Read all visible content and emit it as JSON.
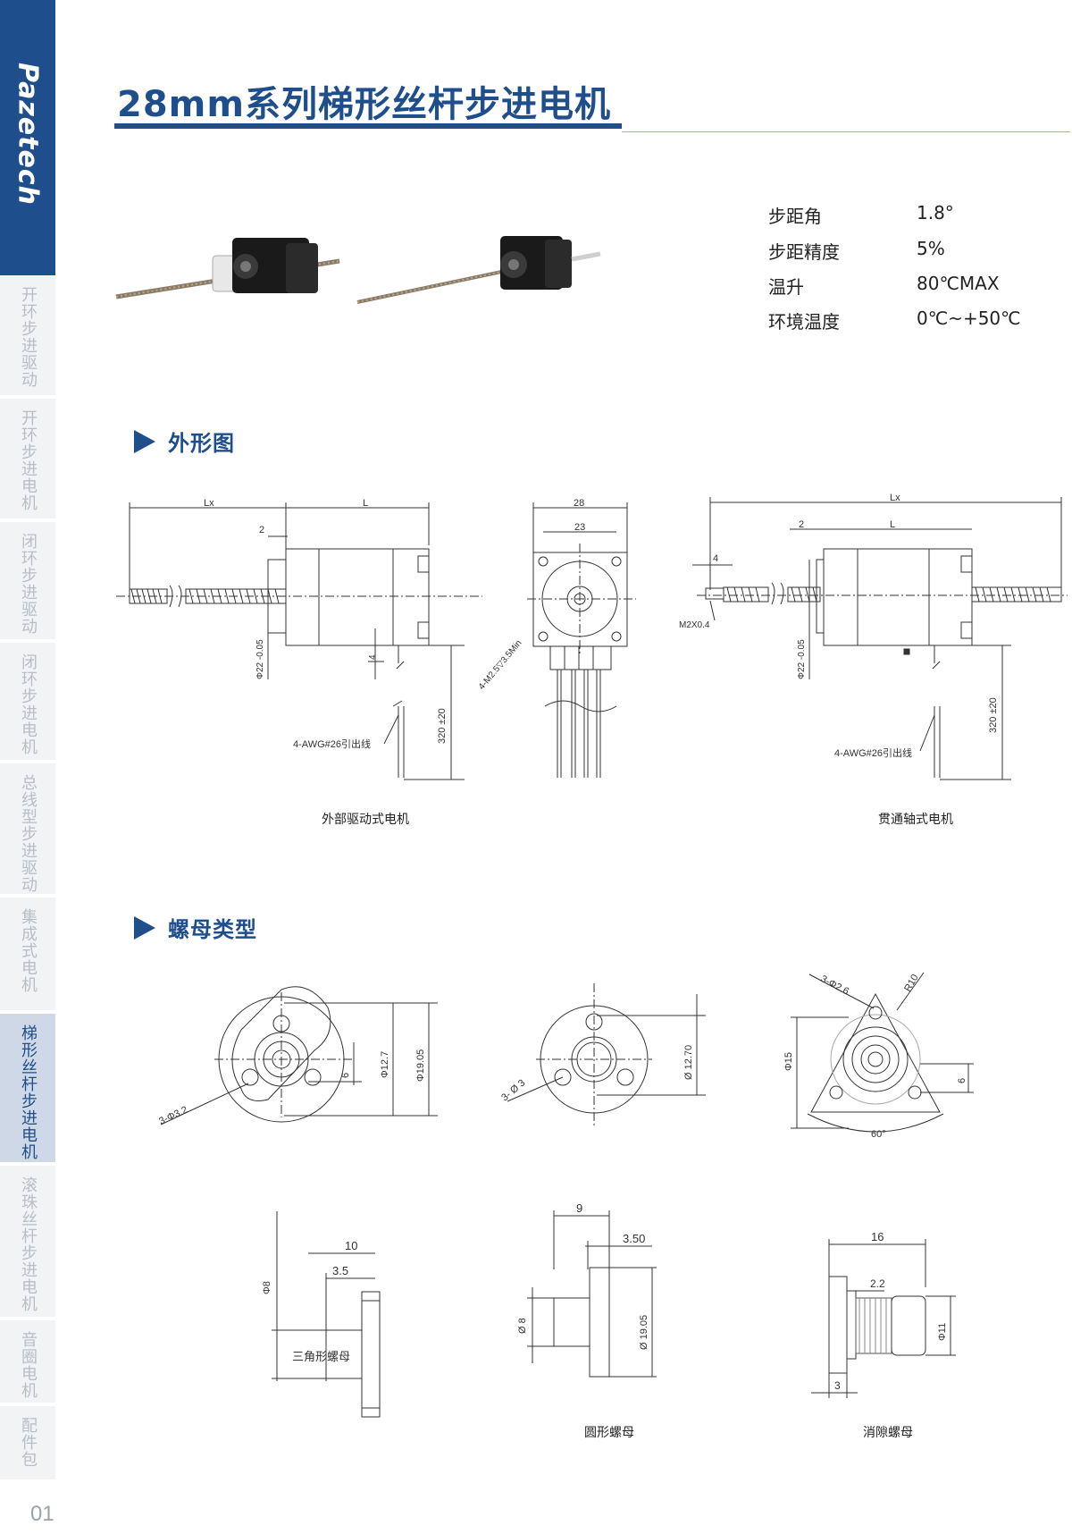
{
  "brand": "Pazetech",
  "sidebar": {
    "items": [
      {
        "label": "开环步进驱动",
        "active": false
      },
      {
        "label": "开环步进电机",
        "active": false
      },
      {
        "label": "闭环步进驱动",
        "active": false
      },
      {
        "label": "闭环步进电机",
        "active": false
      },
      {
        "label": "总线型步进驱动",
        "active": false
      },
      {
        "label": "集成式电机",
        "active": false
      },
      {
        "label": "梯形丝杆步进电机",
        "active": true
      },
      {
        "label": "滚珠丝杆步进电机",
        "active": false
      },
      {
        "label": "音圈电机",
        "active": false
      },
      {
        "label": "配件包",
        "active": false
      }
    ]
  },
  "page_number": "01",
  "title": "28mm系列梯形丝杆步进电机",
  "specs": [
    {
      "label": "步距角",
      "value": "1.8°"
    },
    {
      "label": "步距精度",
      "value": "5%"
    },
    {
      "label": "温升",
      "value": "80℃MAX"
    },
    {
      "label": "环境温度",
      "value": "0℃~+50℃"
    }
  ],
  "sections": {
    "outline": "外形图",
    "nut_types": "螺母类型"
  },
  "outline": {
    "external": {
      "caption": "外部驱动式电机",
      "dim_lx": "Lx",
      "dim_l": "L",
      "dim_2": "2",
      "dim_4": "4",
      "dia": "Φ22 -0.05",
      "lead": "4-AWG#26引出线",
      "len": "320 ±20"
    },
    "front": {
      "dim_28": "28",
      "dim_23": "23",
      "holes": "4-M2.5▽3.5Min"
    },
    "through": {
      "caption": "贯通轴式电机",
      "dim_lx": "Lx",
      "dim_2": "2",
      "dim_l": "L",
      "dim_4": "4",
      "thread": "M2X0.4",
      "dia": "Φ22 -0.05",
      "lead": "4-AWG#26引出线",
      "len": "320 ±20"
    }
  },
  "nuts": {
    "triangle": {
      "holes": "3-Φ3.2",
      "d1": "Φ12.7",
      "d2": "Φ19.05",
      "h": "6",
      "side_10": "10",
      "side_35": "3.5",
      "side_d8": "Φ8",
      "caption": "三角形螺母"
    },
    "round": {
      "holes": "3- Ø 3",
      "d1": "Ø 12.70",
      "side_9": "9",
      "side_350": "3.50",
      "side_d8": "Ø 8",
      "side_d19": "Ø 19.05",
      "caption": "圆形螺母"
    },
    "backlash": {
      "holes": "3-Φ2.6",
      "r": "R10",
      "d15": "Φ15",
      "h6": "6",
      "ang": "60°",
      "side_16": "16",
      "side_22": "2.2",
      "side_d11": "Φ11",
      "side_3": "3",
      "caption": "消隙螺母"
    }
  },
  "colors": {
    "brand": "#1f4e8c",
    "line": "#333333"
  }
}
